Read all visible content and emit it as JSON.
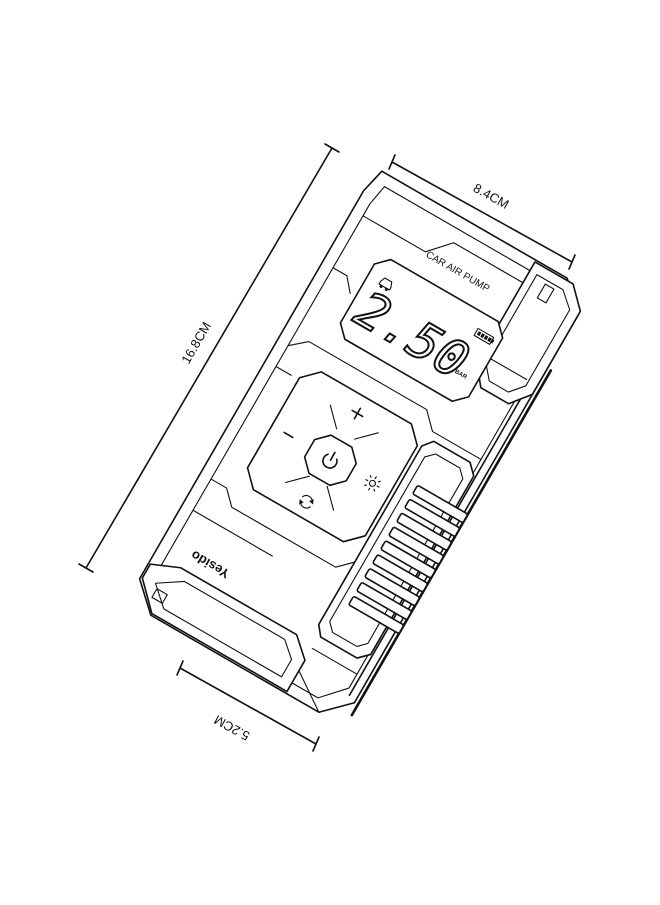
{
  "dimensions": {
    "length": "16.8CM",
    "width": "8.4CM",
    "depth": "5.2CM"
  },
  "device": {
    "label": "CAR AIR PUMP",
    "display_value": "2.50",
    "display_unit": "BAR",
    "brand": "Yesido"
  },
  "icons": [
    "car-icon",
    "battery-icon",
    "plus-icon",
    "minus-icon",
    "power-icon",
    "light-icon",
    "cycle-icon"
  ]
}
